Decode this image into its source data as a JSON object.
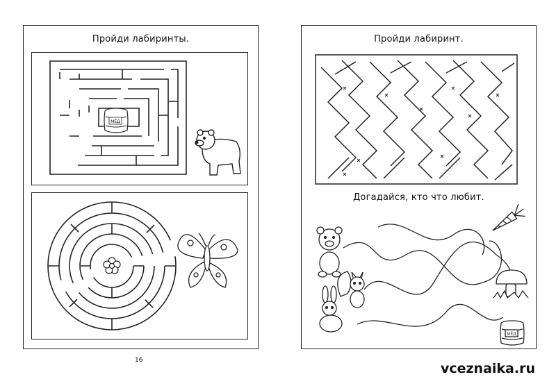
{
  "left_page": {
    "title": "Пройди лабиринты.",
    "honey_label": "МЁД"
  },
  "right_page": {
    "title": "Пройди лабиринт.",
    "subtitle": "Догадайся, кто что любит.",
    "honey_label": "МЁД"
  },
  "page_number": "16",
  "watermark": "vceznaika.ru",
  "icons": [
    "bear-icon",
    "honey-barrel-icon",
    "butterfly-icon",
    "flower-icon",
    "squirrel-icon",
    "rabbit-icon",
    "carrot-icon",
    "mushroom-icon"
  ]
}
